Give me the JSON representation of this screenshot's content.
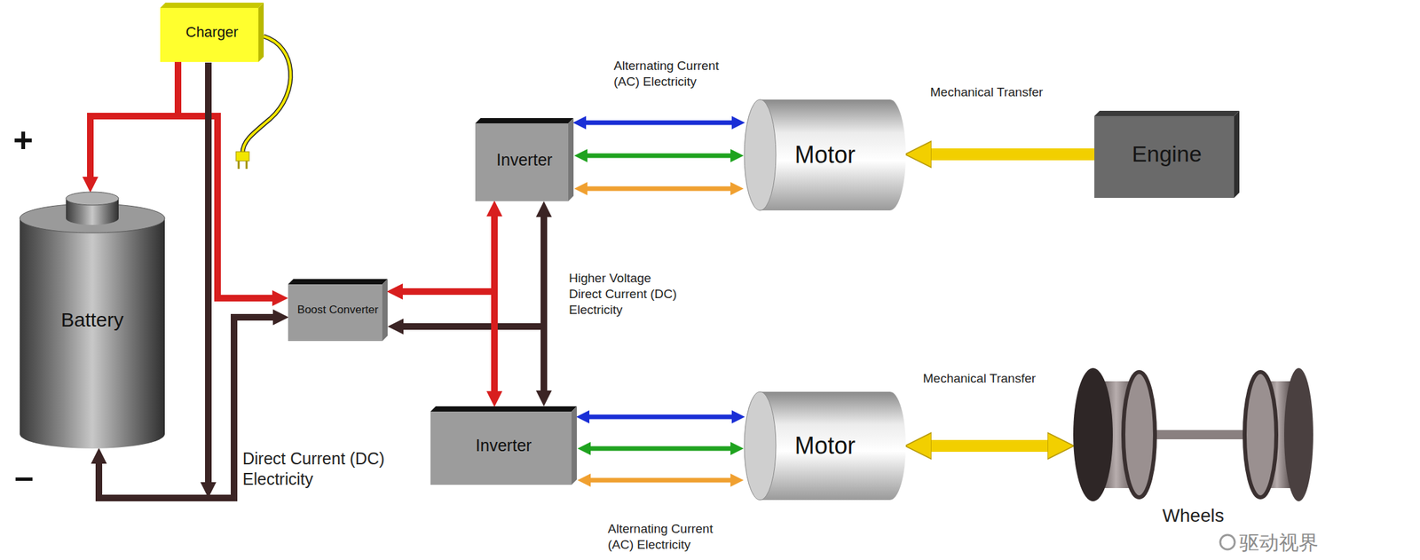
{
  "diagram": {
    "nodes": [
      {
        "text": [
          "Charger"
        ]
      },
      {
        "text": [
          "Battery"
        ]
      },
      {
        "text": [
          "Inverter"
        ]
      },
      {
        "text": [
          "Motor"
        ]
      },
      {
        "text": [
          "Engine"
        ]
      },
      {
        "text": [
          "Boost Converter"
        ]
      },
      {
        "text": [
          "Inverter"
        ]
      },
      {
        "text": [
          "Motor"
        ]
      },
      {
        "text": [
          "Wheels"
        ]
      }
    ],
    "edges": [
      {
        "from": 0,
        "to": 1,
        "arrow": "to"
      },
      {
        "from": 1,
        "to": 5,
        "arrow": "both"
      },
      {
        "from": 5,
        "to": 2,
        "arrow": "both"
      },
      {
        "from": 5,
        "to": 6,
        "arrow": "both"
      },
      {
        "from": 2,
        "to": 3,
        "arrow": "both"
      },
      {
        "from": 6,
        "to": 7,
        "arrow": "both"
      },
      {
        "from": 4,
        "to": 3,
        "arrow": "to"
      },
      {
        "from": 7,
        "to": 8,
        "arrow": "both"
      }
    ],
    "labels": [
      "+",
      "Alternating Current (AC) Electricity",
      "Mechanical Transfer",
      "Higher Voltage Direct Current (DC) Electricity",
      "Direct Current (DC) Electricity",
      "–",
      "Mechanical Transfer",
      "Alternating Current (AC) Electricity",
      "驱动视界"
    ]
  }
}
